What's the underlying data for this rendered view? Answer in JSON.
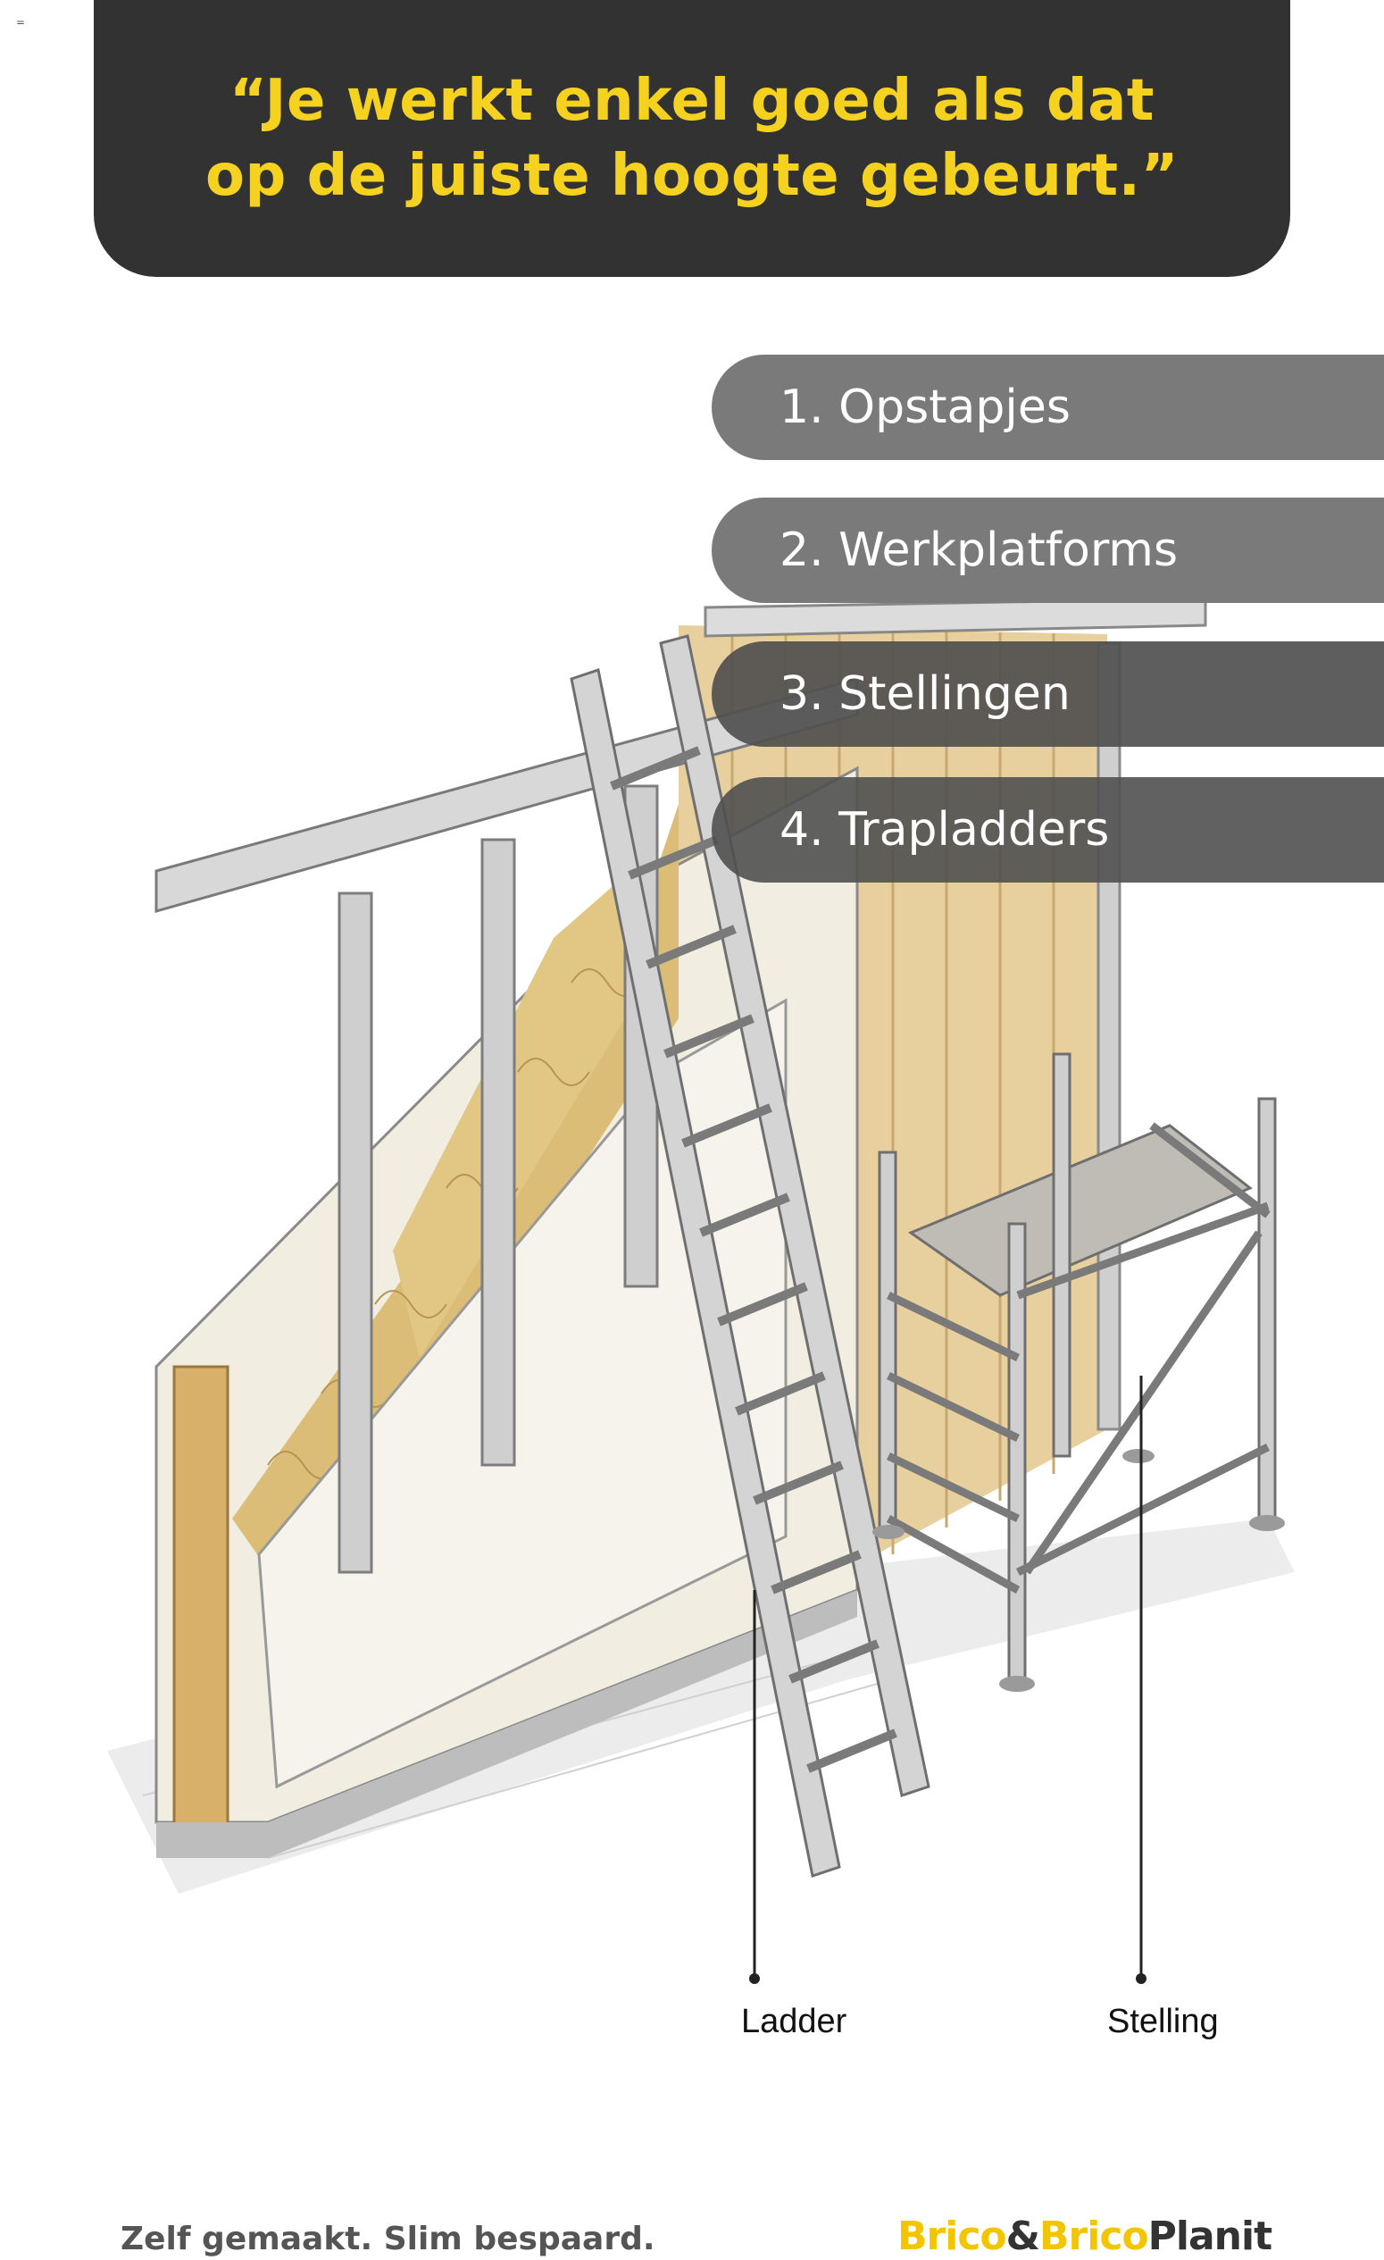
{
  "corner_mark": "=",
  "quote": {
    "line1": "“Je werkt enkel goed als dat",
    "line2": "op de juiste hoogte gebeurt.”"
  },
  "menu": {
    "items": [
      {
        "label": "1. Opstapjes"
      },
      {
        "label": "2. Werkplatforms"
      },
      {
        "label": "3. Stellingen"
      },
      {
        "label": "4. Trapladders"
      }
    ]
  },
  "illustration": {
    "callouts": [
      {
        "label": "Ladder"
      },
      {
        "label": "Stelling"
      }
    ]
  },
  "footer": {
    "slogan": "Zelf gemaakt. Slim bespaard.",
    "logo": {
      "part_a": "Brico",
      "amp": "&",
      "part_b": "Brico",
      "part_c": "Planit"
    }
  },
  "colors": {
    "banner_bg": "#333232",
    "quote_text": "#f4d21f",
    "pill_bg": "#7a7a7a",
    "brand_yellow": "#f2c500"
  }
}
